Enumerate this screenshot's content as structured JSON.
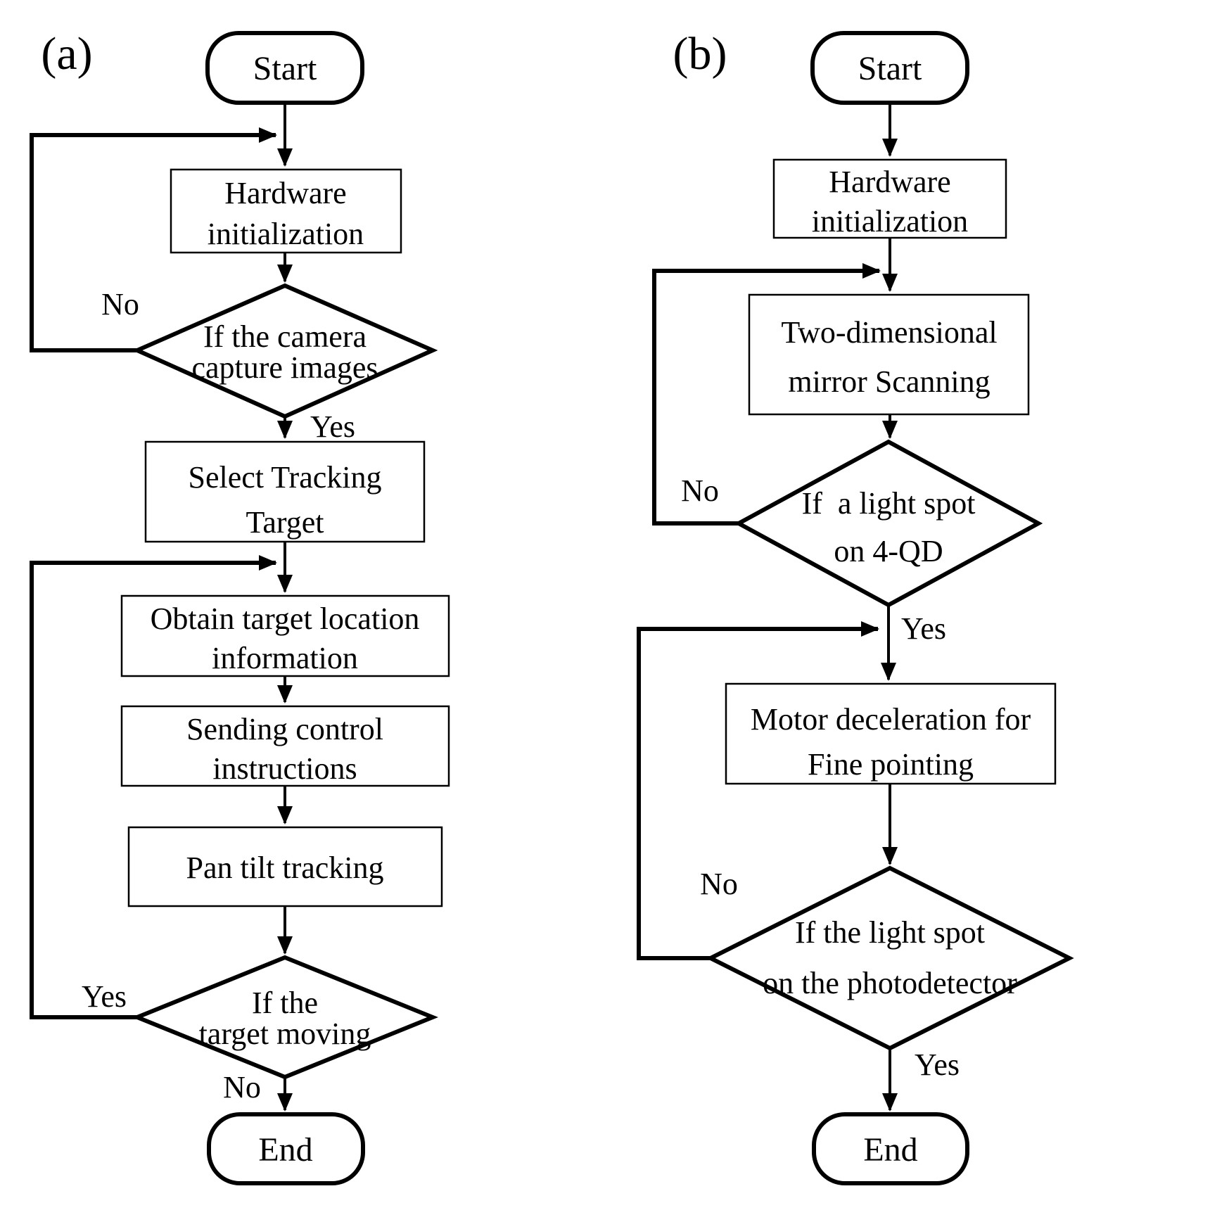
{
  "diagram": {
    "type": "flowchart-pair",
    "background": "#ffffff",
    "line_color": "#000000",
    "flow_a": {
      "panel_label": "(a)",
      "start": "Start",
      "hardware_line1": "Hardware",
      "hardware_line2": "initialization",
      "camera_decision_line1": "If the camera",
      "camera_decision_line2": "capture images",
      "camera_no": "No",
      "camera_yes": "Yes",
      "select_line1": "Select Tracking",
      "select_line2": "Target",
      "obtain_line1": "Obtain target location",
      "obtain_line2": "information",
      "sending_line1": "Sending control",
      "sending_line2": "instructions",
      "pan_tilt": "Pan tilt tracking",
      "moving_decision_line1": "If the",
      "moving_decision_line2": "target moving",
      "moving_yes": "Yes",
      "moving_no": "No",
      "end": "End"
    },
    "flow_b": {
      "panel_label": "(b)",
      "start": "Start",
      "hardware_line1": "Hardware",
      "hardware_line2": "initialization",
      "scanning_line1": "Two-dimensional",
      "scanning_line2": "mirror Scanning",
      "qd_decision_line1": "If  a light spot",
      "qd_decision_line2": "on 4-QD",
      "qd_no": "No",
      "qd_yes": "Yes",
      "motor_line1": "Motor deceleration for",
      "motor_line2": "Fine pointing",
      "photo_decision_line1": "If the light spot",
      "photo_decision_line2": "on the photodetector",
      "photo_no": "No",
      "photo_yes": "Yes",
      "end": "End"
    }
  }
}
